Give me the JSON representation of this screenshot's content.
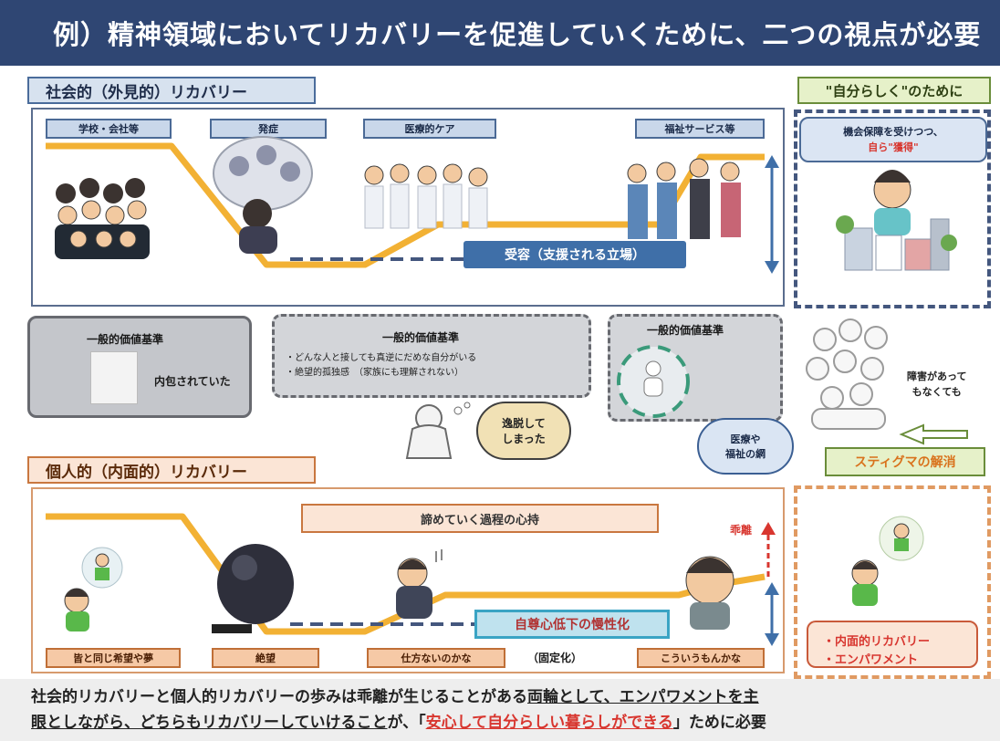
{
  "title": "例）精神領域においてリカバリーを促進していくために、二つの視点が必要",
  "social": {
    "tab": "社会的（外見的）リカバリー",
    "stages": [
      "学校・会社等",
      "発症",
      "医療的ケア",
      "福祉サービス等"
    ],
    "bar": "受容（支援される立場）"
  },
  "right_top": {
    "tab": "\"自分らしく\"のために",
    "speech_line1": "機会保障を受けつつ、",
    "speech_line2": "自ら\"獲得\""
  },
  "middle": {
    "box1_title": "一般的価値基準",
    "box1_text": "内包されていた",
    "box2_title": "一般的価値基準",
    "box2_line1": "・どんな人と接しても真逆にだめな自分がいる",
    "box2_line2": "・絶望的孤独感　（家族にも理解されない）",
    "box3_title": "一般的価値基準",
    "cloud_left_line1": "逸脱して",
    "cloud_left_line2": "しまった",
    "cloud_right_line1": "医療や",
    "cloud_right_line2": "福祉の網",
    "disability_line1": "障害があって",
    "disability_line2": "もなくても",
    "stigma": "スティグマの解消"
  },
  "personal": {
    "tab": "個人的（内面的）リカバリー",
    "process": "諦めていく過程の心持",
    "stages": [
      "皆と同じ希望や夢",
      "絶望",
      "仕方ないのかな",
      "こういうもんかな"
    ],
    "fixed": "（固定化）",
    "bar": "自尊心低下の慢性化",
    "divergence": "乖離",
    "empower_line1": "・内面的リカバリー",
    "empower_line2": "・エンパワメント"
  },
  "bottom": {
    "part1": "社会的リカバリーと個人的リカバリーの歩みは乖離が生じることがある",
    "part2": "両輪として、エンパワメントを主",
    "part3": "眼としながら、どちらもリカバリーしていけること",
    "part4": "が、「",
    "part5": "安心して自分らしい暮らしができる",
    "part6": "」ために必要"
  },
  "colors": {
    "title_bg": "#2f4673",
    "path": "#f2b134",
    "dash": "#44577e",
    "accent_red": "#d8362f"
  }
}
